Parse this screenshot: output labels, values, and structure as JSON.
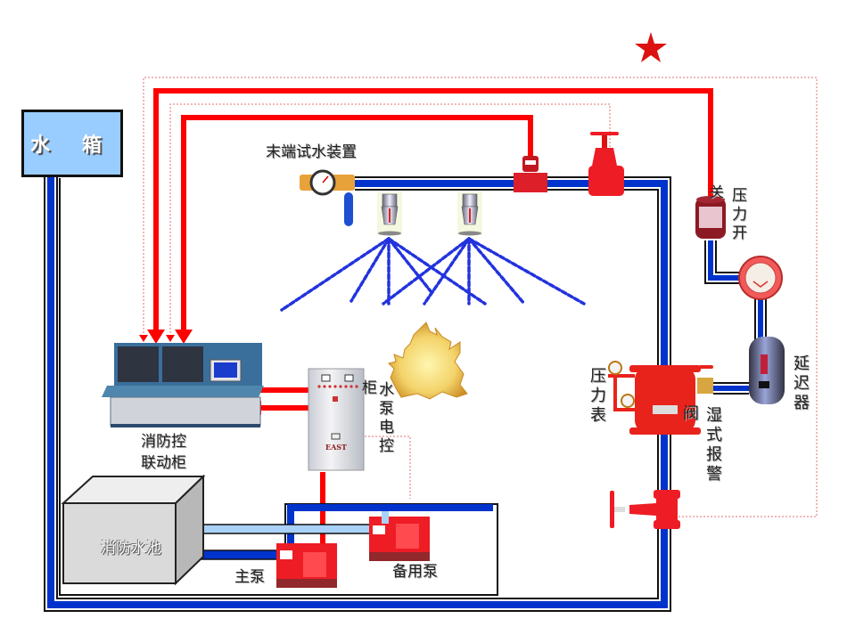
{
  "title": "湿式自动喷水灭火系统示意图",
  "colors": {
    "water_pipe": "#0033cc",
    "signal_line": "#ff0000",
    "dotted_signal": "#e06060",
    "tank_fill": "#99ccff",
    "pool_fill": "#d9d9d9",
    "spray": "#2233dd",
    "star": "#dd1111"
  },
  "labels": {
    "water_tank": "水 箱",
    "end_test_device": "末端试水装置",
    "pressure_switch": "压力开关",
    "pressure_switch_top": "关",
    "pressure_switch_vertical": "压力开",
    "retarder": "延迟器",
    "pressure_gauge": "压力表",
    "alarm_valve_char": "阀",
    "wet_alarm": "湿式报警",
    "control_cabinet_line1": "消防控",
    "control_cabinet_line2": "联动柜",
    "pump_cabinet_first": "柜",
    "pump_cabinet_vertical": "水泵电控",
    "pump_cabinet_brand": "EAST",
    "fire_pool": "消防水池",
    "main_pump": "主泵",
    "standby_pump": "备用泵"
  },
  "components": [
    {
      "id": "water-tank",
      "name": "水箱"
    },
    {
      "id": "end-test-device",
      "name": "末端试水装置"
    },
    {
      "id": "water-flow-indicator",
      "name": "水流指示器"
    },
    {
      "id": "signal-gate-valve",
      "name": "信号闸阀"
    },
    {
      "id": "sprinkler-1",
      "name": "喷头"
    },
    {
      "id": "sprinkler-2",
      "name": "喷头"
    },
    {
      "id": "fire",
      "name": "火源"
    },
    {
      "id": "pressure-switch",
      "name": "压力开关"
    },
    {
      "id": "hydraulic-alarm-bell",
      "name": "水力警铃"
    },
    {
      "id": "retarder",
      "name": "延迟器"
    },
    {
      "id": "wet-alarm-valve",
      "name": "湿式报警阀"
    },
    {
      "id": "gate-valve-lower",
      "name": "闸阀"
    },
    {
      "id": "control-cabinet",
      "name": "消防控联动柜"
    },
    {
      "id": "pump-control-cabinet",
      "name": "水泵电控柜"
    },
    {
      "id": "fire-pool",
      "name": "消防水池"
    },
    {
      "id": "main-pump",
      "name": "主泵"
    },
    {
      "id": "standby-pump",
      "name": "备用泵"
    }
  ]
}
